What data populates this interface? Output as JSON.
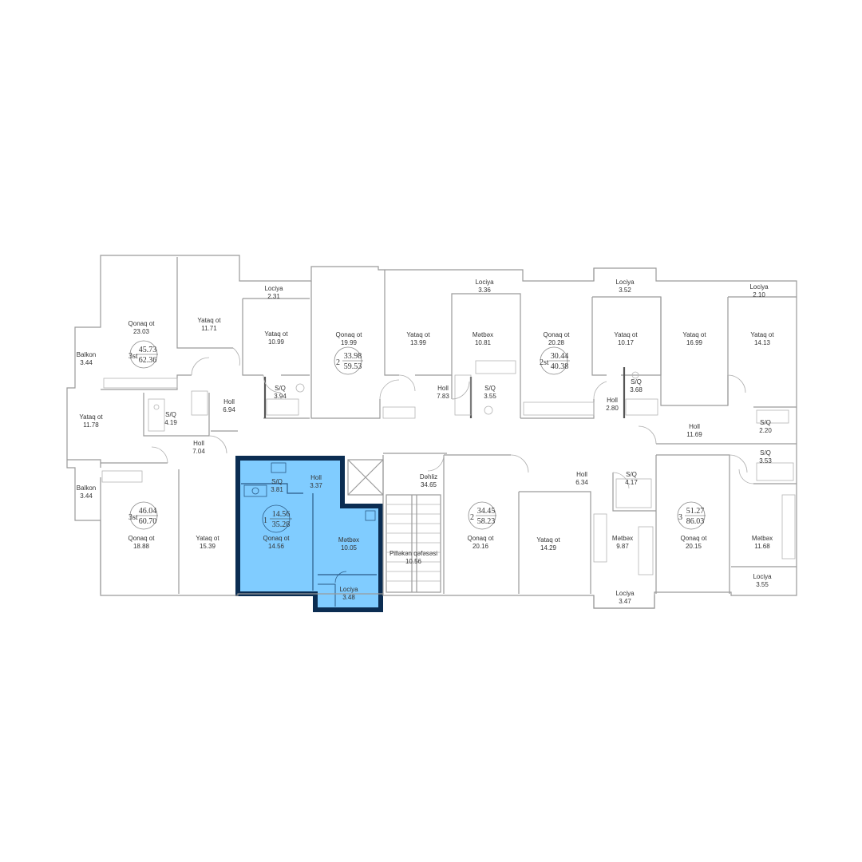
{
  "colors": {
    "highlight_fill": "#80CCFF",
    "highlight_outline": "#0B2D52",
    "walls": "#9A9A9A",
    "text": "#333333"
  },
  "rooms": {
    "qonaq_23_03": {
      "name": "Qonaq ot",
      "area": "23.03"
    },
    "yataq_11_71": {
      "name": "Yataq ot",
      "area": "11.71"
    },
    "lociya_2_31": {
      "name": "Lociya",
      "area": "2.31"
    },
    "yataq_10_99": {
      "name": "Yataq ot",
      "area": "10.99"
    },
    "qonaq_19_99": {
      "name": "Qonaq ot",
      "area": "19.99"
    },
    "yataq_13_99": {
      "name": "Yataq ot",
      "area": "13.99"
    },
    "lociya_3_36": {
      "name": "Lociya",
      "area": "3.36"
    },
    "metbex_10_81": {
      "name": "Mətbəx",
      "area": "10.81"
    },
    "qonaq_20_28": {
      "name": "Qonaq ot",
      "area": "20.28"
    },
    "lociya_3_52": {
      "name": "Lociya",
      "area": "3.52"
    },
    "yataq_10_17": {
      "name": "Yataq ot",
      "area": "10.17"
    },
    "yataq_16_99": {
      "name": "Yataq ot",
      "area": "16.99"
    },
    "lociya_2_10": {
      "name": "Lociya",
      "area": "2.10"
    },
    "yataq_14_13": {
      "name": "Yataq ot",
      "area": "14.13"
    },
    "balkon_top": {
      "name": "Balkon",
      "area": "3.44"
    },
    "holl_6_94": {
      "name": "Holl",
      "area": "6.94"
    },
    "sq_3_94": {
      "name": "S/Q",
      "area": "3.94"
    },
    "holl_7_83": {
      "name": "Holl",
      "area": "7.83"
    },
    "sq_3_55": {
      "name": "S/Q",
      "area": "3.55"
    },
    "sq_3_68": {
      "name": "S/Q",
      "area": "3.68"
    },
    "holl_2_80": {
      "name": "Holl",
      "area": "2.80"
    },
    "yataq_11_78": {
      "name": "Yataq ot",
      "area": "11.78"
    },
    "sq_4_19": {
      "name": "S/Q",
      "area": "4.19"
    },
    "holl_7_04": {
      "name": "Holl",
      "area": "7.04"
    },
    "holl_11_69": {
      "name": "Holl",
      "area": "11.69"
    },
    "sq_2_20": {
      "name": "S/Q",
      "area": "2.20"
    },
    "sq_3_53": {
      "name": "S/Q",
      "area": "3.53"
    },
    "balkon_bottom": {
      "name": "Balkon",
      "area": "3.44"
    },
    "qonaq_18_88": {
      "name": "Qonaq ot",
      "area": "18.88"
    },
    "yataq_15_39": {
      "name": "Yataq ot",
      "area": "15.39"
    },
    "sq_3_81": {
      "name": "S/Q",
      "area": "3.81"
    },
    "holl_3_37": {
      "name": "Holl",
      "area": "3.37"
    },
    "qonaq_14_56": {
      "name": "Qonaq ot",
      "area": "14.56"
    },
    "metbex_10_05": {
      "name": "Mətbəx",
      "area": "10.05"
    },
    "lociya_3_48": {
      "name": "Lociya",
      "area": "3.48"
    },
    "dehliz_34_65": {
      "name": "Dəhliz",
      "area": "34.65"
    },
    "pillakan_10_56": {
      "name": "Pilləkən qəfəsəsi",
      "area": "10.56"
    },
    "qonaq_20_16": {
      "name": "Qonaq ot",
      "area": "20.16"
    },
    "holl_6_34": {
      "name": "Holl",
      "area": "6.34"
    },
    "yataq_14_29": {
      "name": "Yataq ot",
      "area": "14.29"
    },
    "sq_4_17": {
      "name": "S/Q",
      "area": "4.17"
    },
    "metbex_9_87": {
      "name": "Mətbəx",
      "area": "9.87"
    },
    "lociya_3_47": {
      "name": "Lociya",
      "area": "3.47"
    },
    "qonaq_20_15": {
      "name": "Qonaq ot",
      "area": "20.15"
    },
    "metbex_11_68": {
      "name": "Mətbəx",
      "area": "11.68"
    },
    "lociya_3_55": {
      "name": "Lociya",
      "area": "3.55"
    }
  },
  "apartments": [
    {
      "id": "apt-top-left",
      "rooms": "3st",
      "area_living": "45.73",
      "area_total": "62.36"
    },
    {
      "id": "apt-top-mid",
      "rooms": "2",
      "area_living": "33.98",
      "area_total": "59.53"
    },
    {
      "id": "apt-top-right",
      "rooms": "2st",
      "area_living": "30.44",
      "area_total": "40.38"
    },
    {
      "id": "apt-bottom-left",
      "rooms": "3st",
      "area_living": "46.04",
      "area_total": "60.70"
    },
    {
      "id": "apt-selected",
      "rooms": "1",
      "area_living": "14.56",
      "area_total": "35.28"
    },
    {
      "id": "apt-bottom-mid",
      "rooms": "2",
      "area_living": "34.45",
      "area_total": "58.23"
    },
    {
      "id": "apt-bottom-right",
      "rooms": "3",
      "area_living": "51.27",
      "area_total": "86.03"
    }
  ]
}
